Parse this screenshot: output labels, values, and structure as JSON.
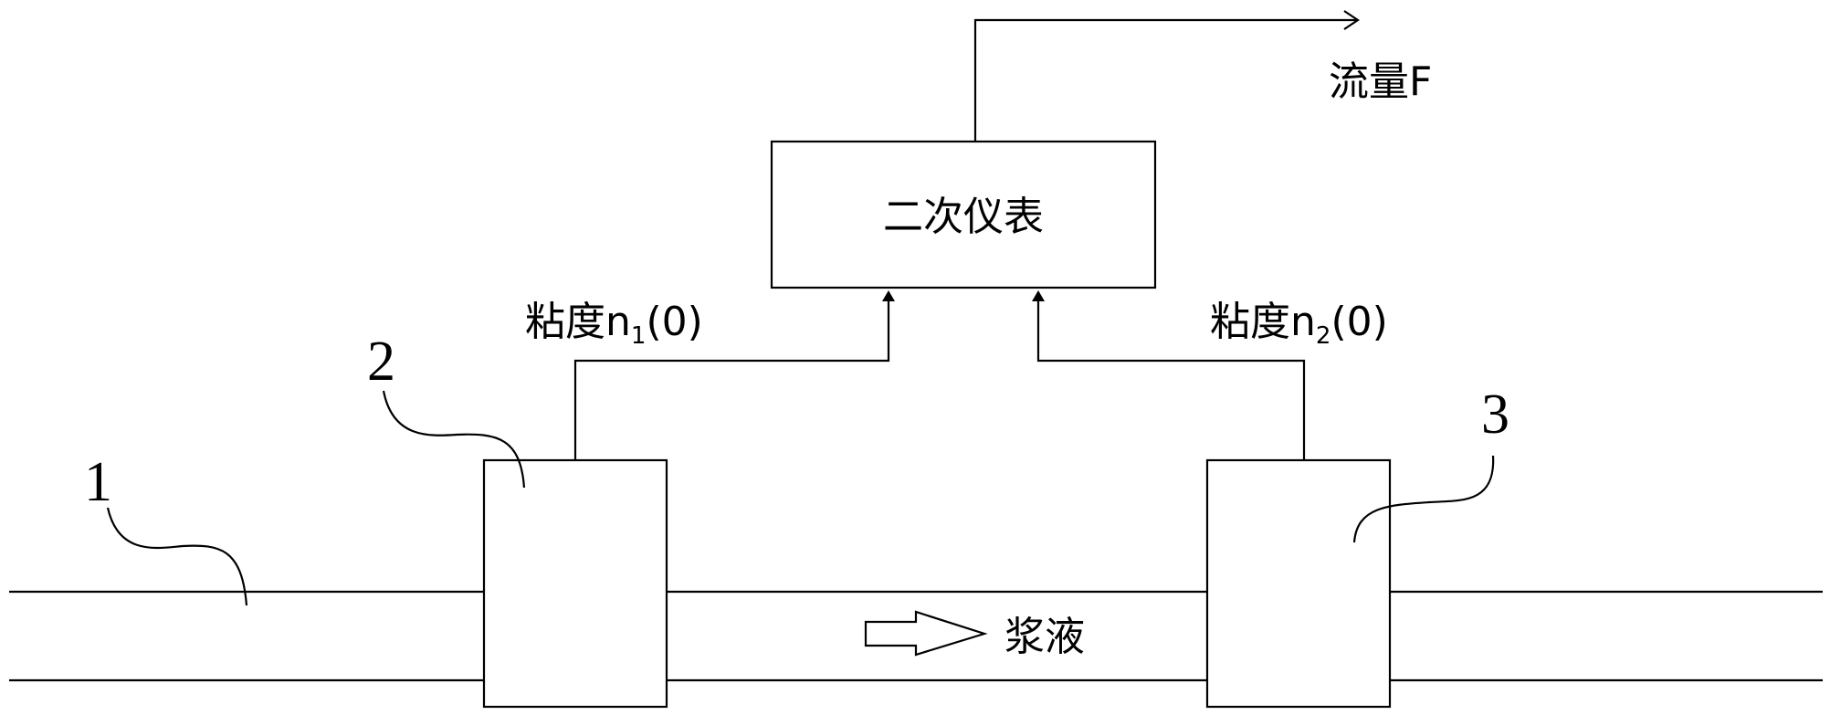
{
  "instrument": {
    "label": "二次仪表"
  },
  "output": {
    "label": "流量F"
  },
  "sensor_left": {
    "number": "2",
    "signal_prefix": "粘度n",
    "signal_subscript": "1",
    "signal_suffix": "(0)"
  },
  "sensor_right": {
    "number": "3",
    "signal_prefix": "粘度n",
    "signal_subscript": "2",
    "signal_suffix": "(0)"
  },
  "pipe": {
    "number": "1"
  },
  "flow": {
    "label": "浆液"
  }
}
